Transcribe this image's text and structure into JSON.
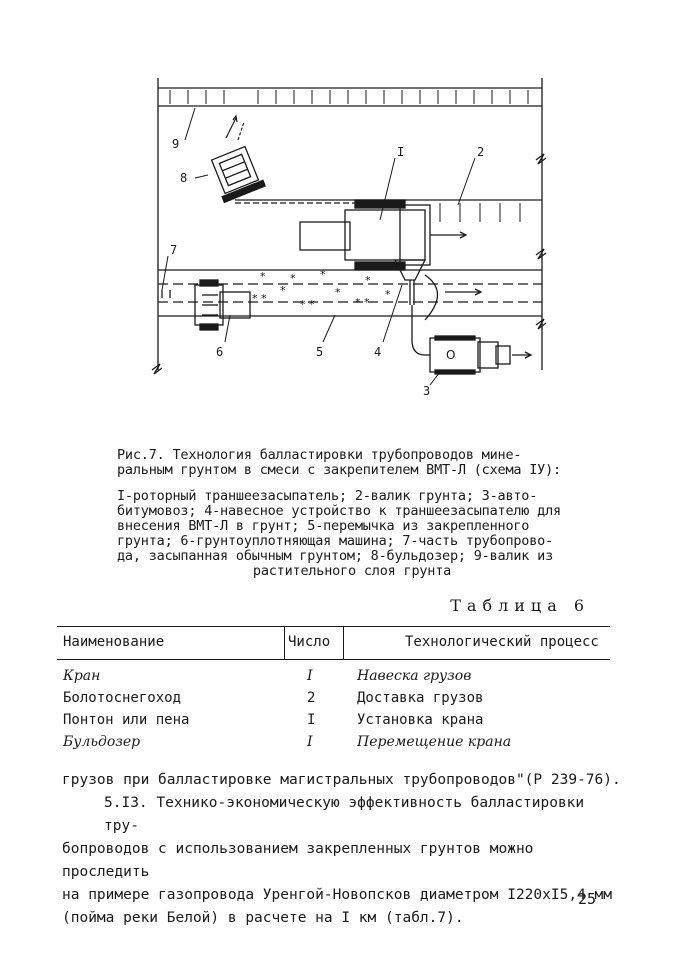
{
  "figure": {
    "labels": {
      "l1": "I",
      "l2": "2",
      "l3": "3",
      "l4": "4",
      "l5": "5",
      "l6": "6",
      "l7": "7",
      "l8": "8",
      "l9": "9"
    },
    "vehicle3_mark": "O"
  },
  "caption": {
    "title": "Рис.7. Технология балластировки трубопроводов минеральным грунтом в смеси с закрепителем ВМТ-Л (схема IУ):",
    "title_lines": [
      "Рис.7. Технология балластировки трубопроводов мине-",
      "ральным грунтом в смеси с закрепителем ВМТ-Л (схема IУ):"
    ],
    "legend_lines": [
      "I-роторный траншеезасыпатель; 2-валик грунта; 3-авто-",
      "битумовоз; 4-навесное устройство к траншеезасыпателю для",
      "внесения ВМТ-Л в грунт; 5-перемычка из закрепленного",
      "грунта; 6-грунтоуплотняющая машина; 7-часть трубопрово-",
      "да, засыпанная обычным грунтом; 8-бульдозер; 9-валик из",
      "растительного слоя грунта"
    ]
  },
  "table": {
    "label": "Таблица 6",
    "headers": [
      "Наименование",
      "Число",
      "Технологический процесс"
    ],
    "rows": [
      {
        "name": "Кран",
        "count": "I",
        "process": "Навеска грузов",
        "italic": true
      },
      {
        "name": "Болотоснегоход",
        "count": "2",
        "process": "Доставка грузов",
        "italic": false
      },
      {
        "name": "Понтон или пена",
        "count": "I",
        "process": "Установка крана",
        "italic": false
      },
      {
        "name": "Бульдозер",
        "count": "I",
        "process": "Перемещение крана",
        "italic": true
      }
    ]
  },
  "body": {
    "line1": "грузов при балластировке магистральных трубопроводов\"(Р 239-76).",
    "line2": "5.I3. Технико-экономическую эффективность балластировки тру-",
    "line3": "бопроводов с использованием закрепленных грунтов можно проследить",
    "line4": "на примере газопровода Уренгой-Новопсков диаметром I220xI5,4 мм",
    "line5": "(пойма реки Белой) в расчете на I км (табл.7)."
  },
  "page_number": "25"
}
